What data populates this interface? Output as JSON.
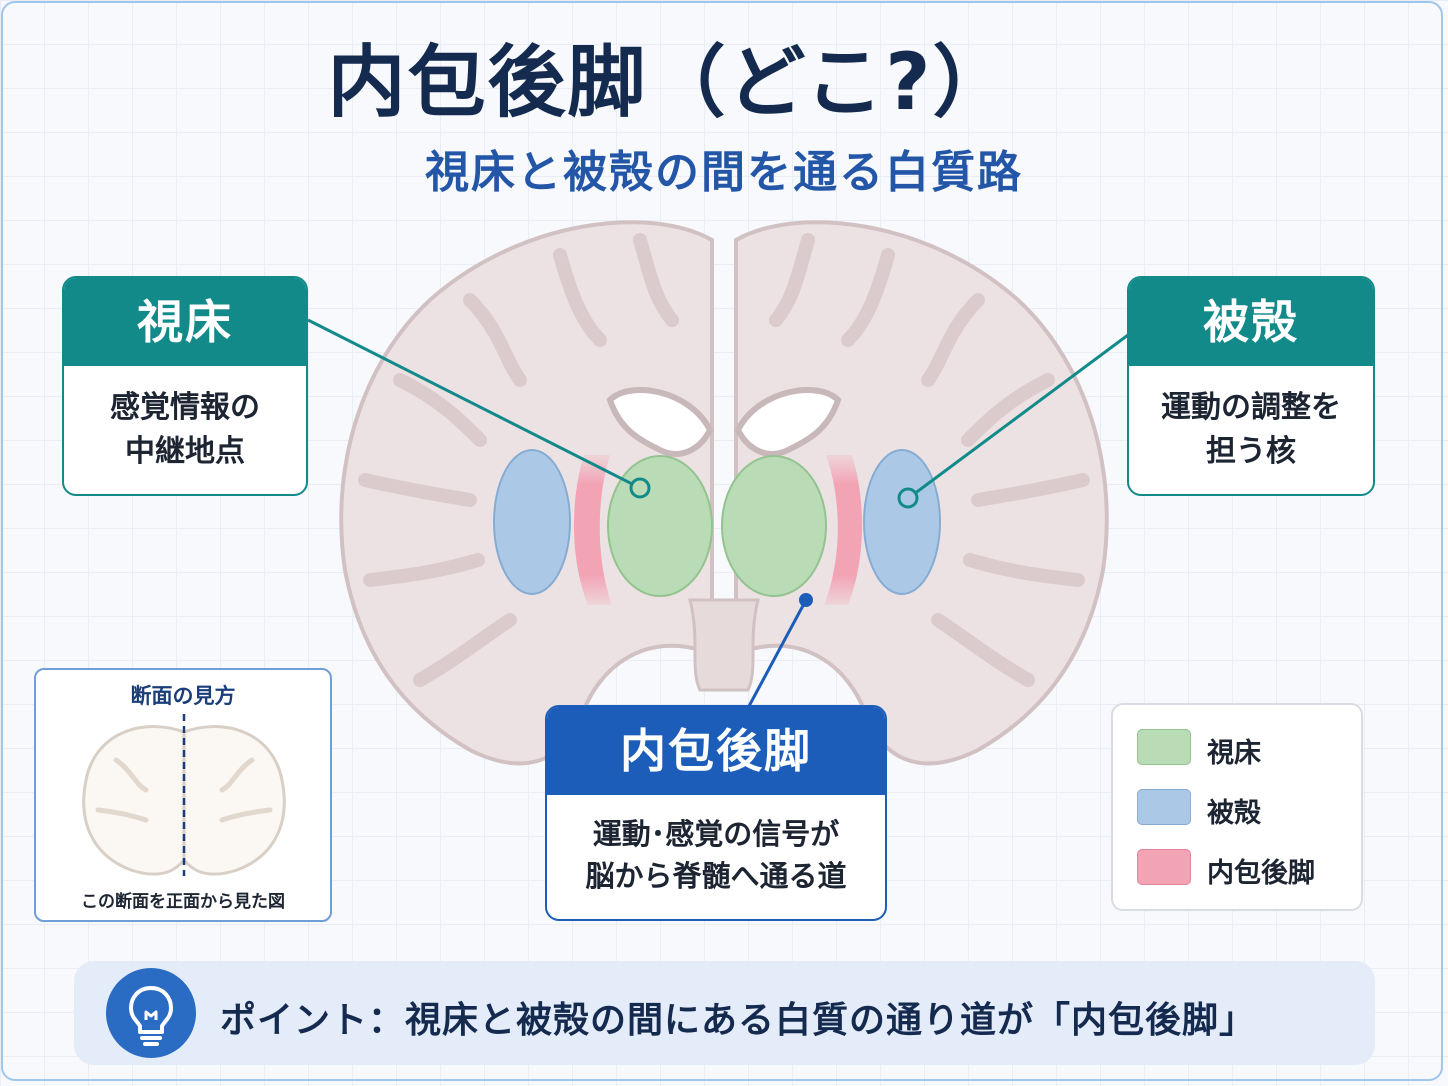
{
  "header": {
    "title": "内包後脚（どこ?）",
    "subtitle": "視床と被殻の間を通る白質路"
  },
  "callouts": {
    "thalamus": {
      "title": "視床",
      "body": "感覚情報の\n中継地点"
    },
    "putamen": {
      "title": "被殻",
      "body": "運動の調整を\n担う核"
    },
    "plic": {
      "title": "内包後脚",
      "body": "運動･感覚の信号が\n脳から脊髄へ通る道"
    }
  },
  "inset": {
    "title": "断面の見方",
    "caption": "この断面を正面から見た図"
  },
  "legend": {
    "items": [
      {
        "label": "視床",
        "color": "#b9dbb6"
      },
      {
        "label": "被殻",
        "color": "#abc9e6"
      },
      {
        "label": "内包後脚",
        "color": "#f2a3b4"
      }
    ]
  },
  "point": {
    "text": "ポイント：視床と被殻の間にある白質の通り道が「内包後脚」",
    "icon": "lightbulb-icon"
  },
  "colors": {
    "thalamus": "#b9dbb6",
    "putamen": "#abc9e6",
    "plic": "#f2a3b4",
    "teal": "#138a8a",
    "navy": "#1b5db8",
    "brain": "#ede2e3"
  }
}
